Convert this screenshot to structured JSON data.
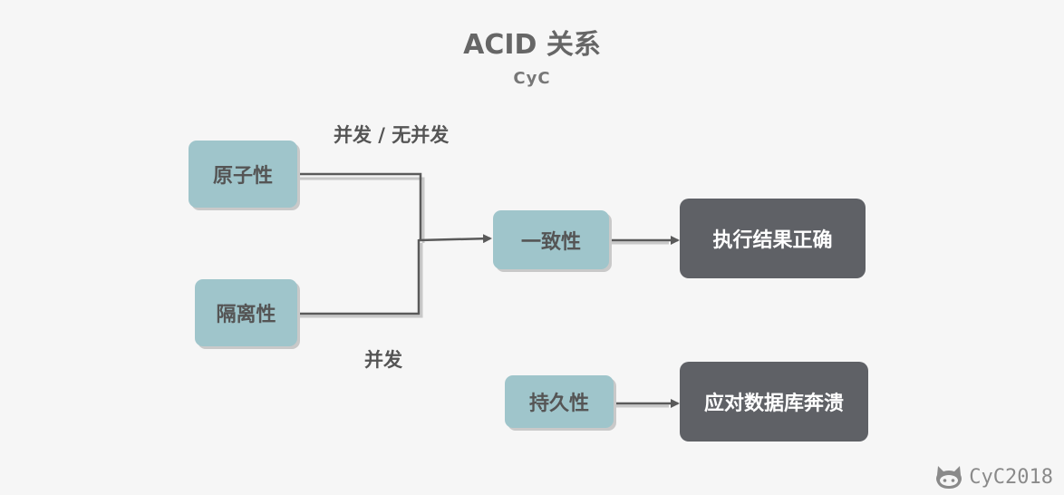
{
  "title": "ACID 关系",
  "subtitle": "CyC",
  "nodes": {
    "atomicity": "原子性",
    "isolation": "隔离性",
    "consistency": "一致性",
    "durability": "持久性",
    "correct_result": "执行结果正确",
    "db_crash": "应对数据库奔溃"
  },
  "edge_labels": {
    "concurrent_or_not": "并发 / 无并发",
    "concurrent": "并发"
  },
  "watermark": {
    "text": "CyC2018",
    "icon": "github-octocat-icon"
  },
  "colors": {
    "background": "#f6f6f6",
    "light_box": "#9fc5cb",
    "dark_box": "#5f6166",
    "line": "#5a5a5a",
    "line_shadow": "#c8c8c8"
  }
}
